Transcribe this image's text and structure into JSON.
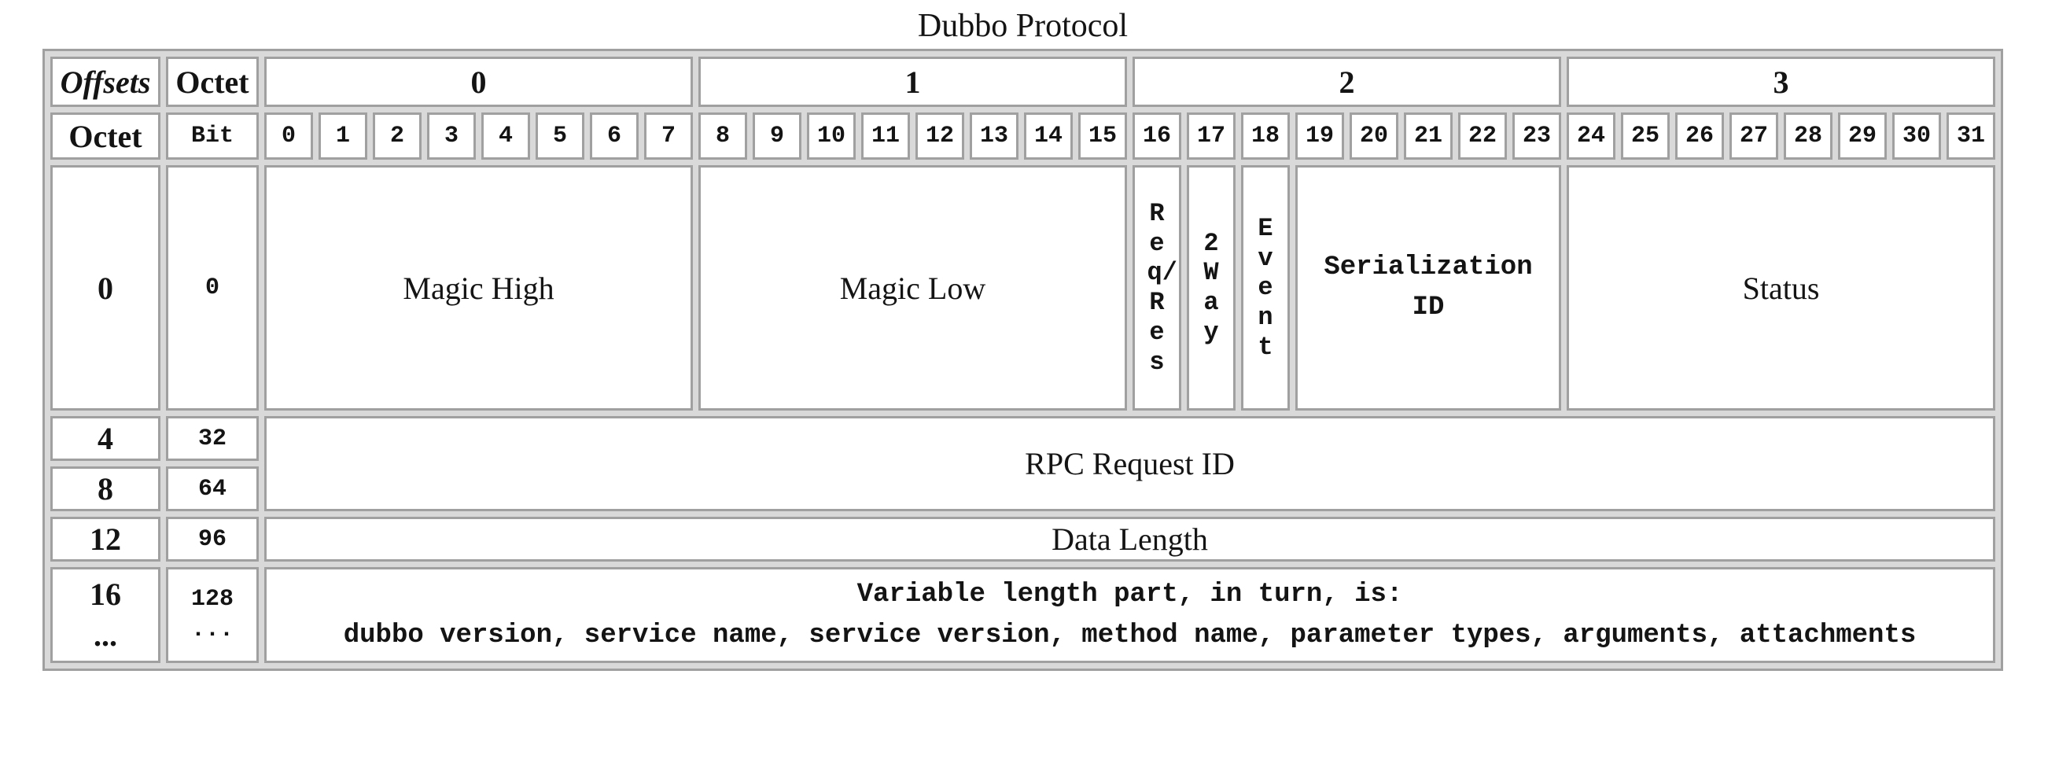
{
  "title": "Dubbo Protocol",
  "colors": {
    "cell_border": "#a0a0a0",
    "grid_background": "#d9d9d9",
    "cell_background": "#ffffff",
    "text": "#141414"
  },
  "header": {
    "offsets": "Offsets",
    "octet_top": "Octet",
    "octet_left": "Octet",
    "bit": "Bit",
    "octet_columns": [
      "0",
      "1",
      "2",
      "3"
    ],
    "bit_columns": [
      "0",
      "1",
      "2",
      "3",
      "4",
      "5",
      "6",
      "7",
      "8",
      "9",
      "10",
      "11",
      "12",
      "13",
      "14",
      "15",
      "16",
      "17",
      "18",
      "19",
      "20",
      "21",
      "22",
      "23",
      "24",
      "25",
      "26",
      "27",
      "28",
      "29",
      "30",
      "31"
    ]
  },
  "rows": {
    "row0": {
      "octet": "0",
      "bit": "0",
      "magic_high": "Magic High",
      "magic_low": "Magic Low",
      "req_res": "Req/Res",
      "two_way": "2Way",
      "event": "Event",
      "serialization_id": "Serialization ID",
      "status": "Status"
    },
    "row4": {
      "octet": "4",
      "bit": "32",
      "field": "RPC Request ID"
    },
    "row8": {
      "octet": "8",
      "bit": "64"
    },
    "row12": {
      "octet": "12",
      "bit": "96",
      "field": "Data Length"
    },
    "row16": {
      "octet": "16",
      "octet_more": "...",
      "bit": "128",
      "bit_more": "...",
      "field_line1": "Variable length part, in turn, is:",
      "field_line2": "dubbo version, service name, service version, method name, parameter types, arguments, attachments"
    }
  }
}
